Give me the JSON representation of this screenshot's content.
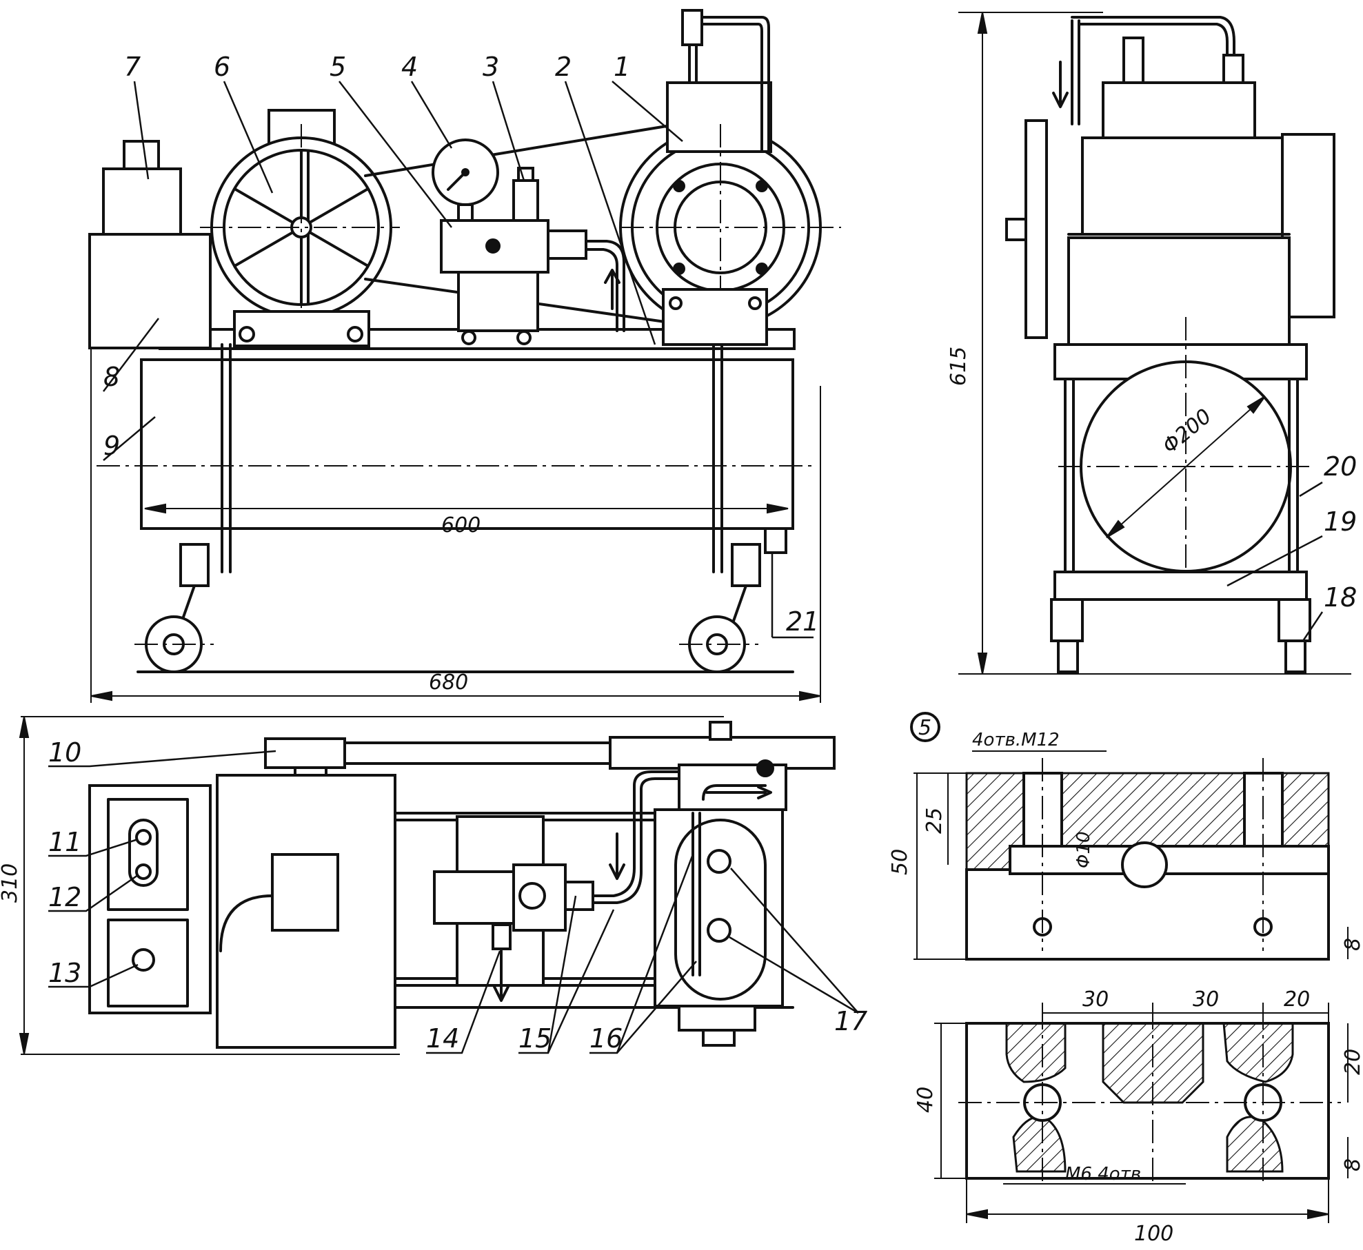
{
  "callouts": [
    "1",
    "2",
    "3",
    "4",
    "5",
    "6",
    "7",
    "8",
    "9",
    "10",
    "11",
    "12",
    "13",
    "14",
    "15",
    "16",
    "17",
    "18",
    "19",
    "20",
    "21"
  ],
  "dimensions": {
    "front_tank_length": "600",
    "front_overall_length": "680",
    "side_height": "615",
    "tank_diameter": "Φ200",
    "plan_depth": "310"
  },
  "detail": {
    "marker": "5",
    "holes_top": "4отв.М12",
    "bore": "Φ10",
    "height_total": "50",
    "depth_to_bore": "25",
    "offset_right_top": "8",
    "spacing_a": "30",
    "spacing_b": "30",
    "spacing_c": "20",
    "width_plan": "40",
    "half_width_plan": "20",
    "offset_right_bottom": "8",
    "holes_bottom": "М6 4отв.",
    "length": "100"
  }
}
